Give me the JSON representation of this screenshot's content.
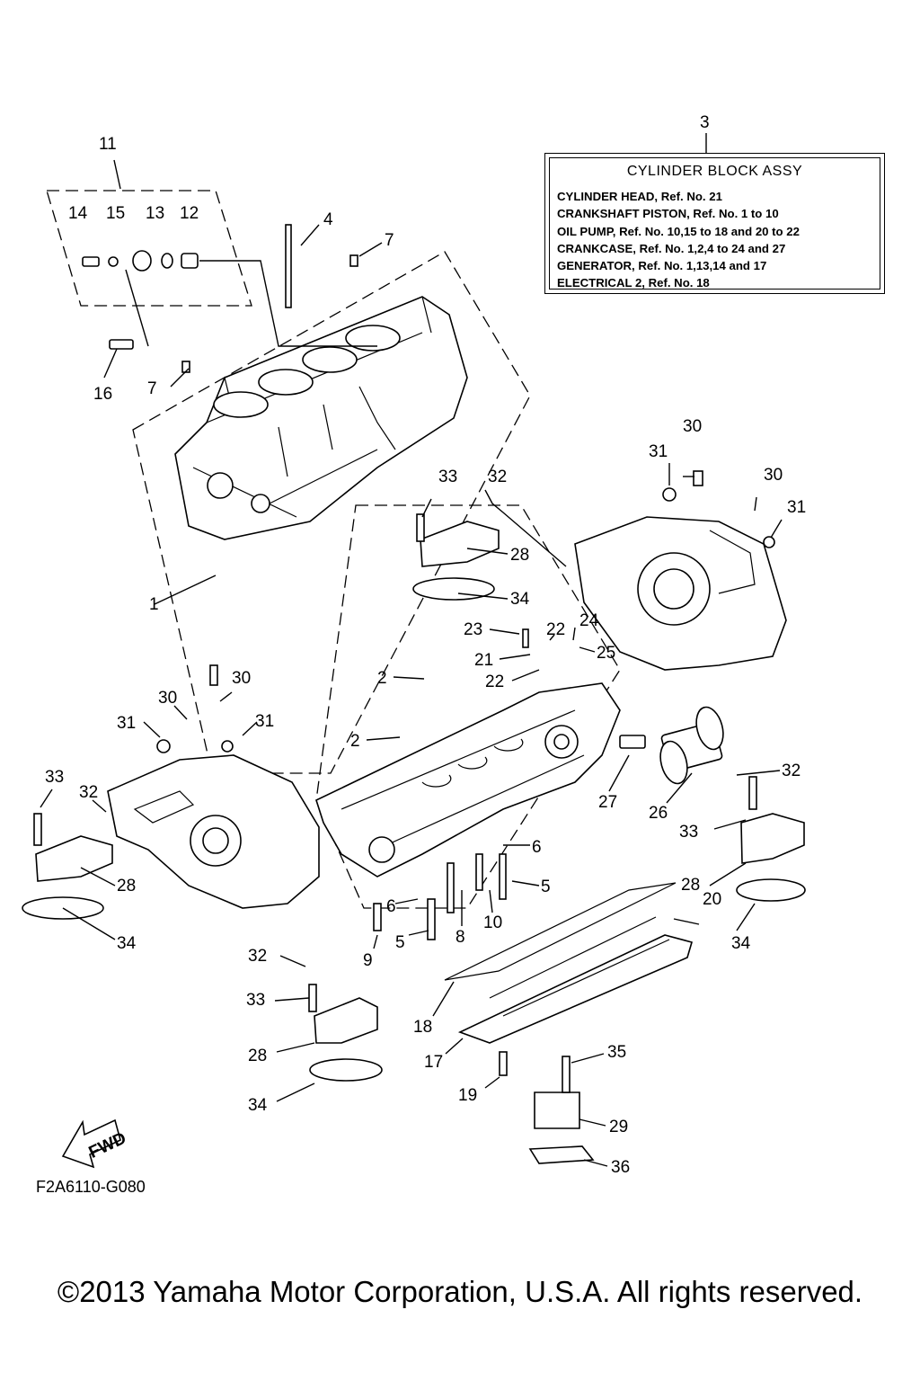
{
  "assembly": {
    "ref": "3",
    "title": "CYLINDER BLOCK ASSY",
    "lines": [
      "CYLINDER HEAD, Ref. No. 21",
      "CRANKSHAFT PISTON, Ref. No. 1 to 10",
      "OIL PUMP, Ref. No. 10,15 to 18 and 20 to 22",
      "CRANKCASE, Ref. No. 1,2,4 to 24 and 27",
      "GENERATOR, Ref. No. 1,13,14 and 17",
      "ELECTRICAL 2, Ref. No. 18"
    ]
  },
  "callouts": [
    "11",
    "14",
    "15",
    "13",
    "12",
    "4",
    "7",
    "16",
    "7",
    "1",
    "33",
    "32",
    "28",
    "34",
    "31",
    "30",
    "30",
    "31",
    "23",
    "22",
    "24",
    "21",
    "25",
    "22",
    "2",
    "2",
    "30",
    "30",
    "31",
    "31",
    "33",
    "32",
    "28",
    "34",
    "6",
    "5",
    "6",
    "8",
    "10",
    "9",
    "5",
    "27",
    "26",
    "32",
    "33",
    "28",
    "20",
    "34",
    "32",
    "33",
    "28",
    "34",
    "18",
    "17",
    "35",
    "19",
    "29",
    "36"
  ],
  "fwd_label": "FWD",
  "drawing_code": "F2A6110-G080",
  "copyright": "©2013 Yamaha Motor Corporation, U.S.A. All rights reserved."
}
